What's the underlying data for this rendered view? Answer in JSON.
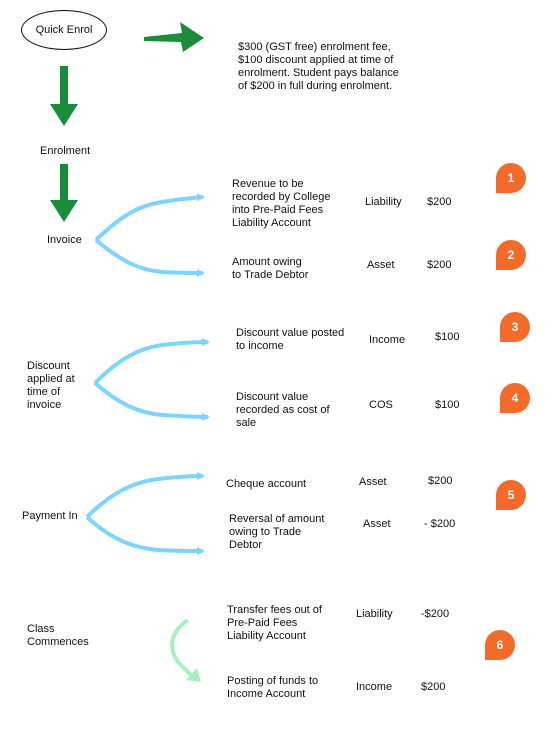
{
  "colors": {
    "green_arrow": "#1a8c3a",
    "blue_arrow": "#7fd3ff",
    "pale_green_arrow": "#a8f0c0",
    "badge": "#f26b2b"
  },
  "start_node": "Quick Enrol",
  "intro_note": "$300 (GST free) enrolment fee,\n$100 discount applied at time of\nenrolment. Student pays balance\nof $200 in full during enrolment.",
  "stages": {
    "enrolment": "Enrolment",
    "invoice": "Invoice",
    "discount": "Discount\napplied at\ntime of\ninvoice",
    "payment": "Payment In",
    "class": "Class\nCommences"
  },
  "entries": [
    {
      "desc": "Revenue to be\nrecorded by College\ninto Pre-Paid Fees\nLiability Account",
      "type": "Liability",
      "amount": "$200"
    },
    {
      "desc": "Amount owing\nto Trade Debtor",
      "type": "Asset",
      "amount": "$200"
    },
    {
      "desc": "Discount value posted\nto income",
      "type": "Income",
      "amount": "$100"
    },
    {
      "desc": "Discount value\nrecorded as cost of\nsale",
      "type": "COS",
      "amount": "$100"
    },
    {
      "desc": "Cheque account",
      "type": "Asset",
      "amount": "$200"
    },
    {
      "desc": "Reversal of amount\nowing to Trade\nDebtor",
      "type": "Asset",
      "amount": "- $200"
    },
    {
      "desc": "Transfer fees out of\nPre-Paid Fees\nLiability Account",
      "type": "Liability",
      "amount": "-$200"
    },
    {
      "desc": "Posting of funds  to\nIncome Account",
      "type": "Income",
      "amount": "$200"
    }
  ],
  "badges": [
    "1",
    "2",
    "3",
    "4",
    "5",
    "6"
  ]
}
